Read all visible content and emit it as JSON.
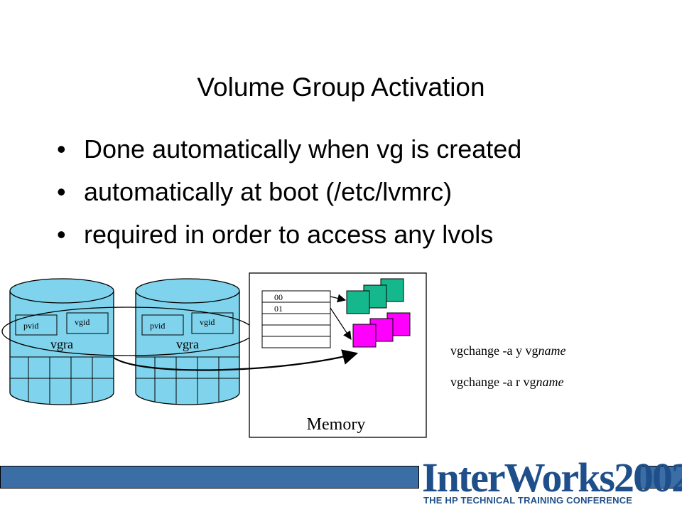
{
  "slide": {
    "title": "Volume Group Activation",
    "bullet_char": "•",
    "bullets": [
      "Done automatically when vg is created",
      "automatically at boot (/etc/lvmrc)",
      "required in order to access any lvols"
    ]
  },
  "diagram": {
    "disks": [
      {
        "pvid_label": "pvid",
        "vgid_label": "vgid",
        "vg_label": "vgra"
      },
      {
        "pvid_label": "pvid",
        "vgid_label": "vgid",
        "vg_label": "vgra"
      }
    ],
    "memory": {
      "label": "Memory",
      "table_rows": [
        "00",
        "01",
        "",
        "",
        ""
      ]
    },
    "colors": {
      "disk_fill": "#7fd3ec",
      "green_block": "#15b88c",
      "magenta_block": "#ff00ff",
      "footer_bar": "#3a6ea5"
    }
  },
  "commands": {
    "cmd1_prefix": "vgchange -a y vg",
    "cmd1_italic": "name",
    "cmd2_prefix": "vgchange -a r vg",
    "cmd2_italic": "name"
  },
  "footer": {
    "logo_main": "InterWorks2002",
    "logo_sub": "THE HP TECHNICAL TRAINING CONFERENCE"
  }
}
